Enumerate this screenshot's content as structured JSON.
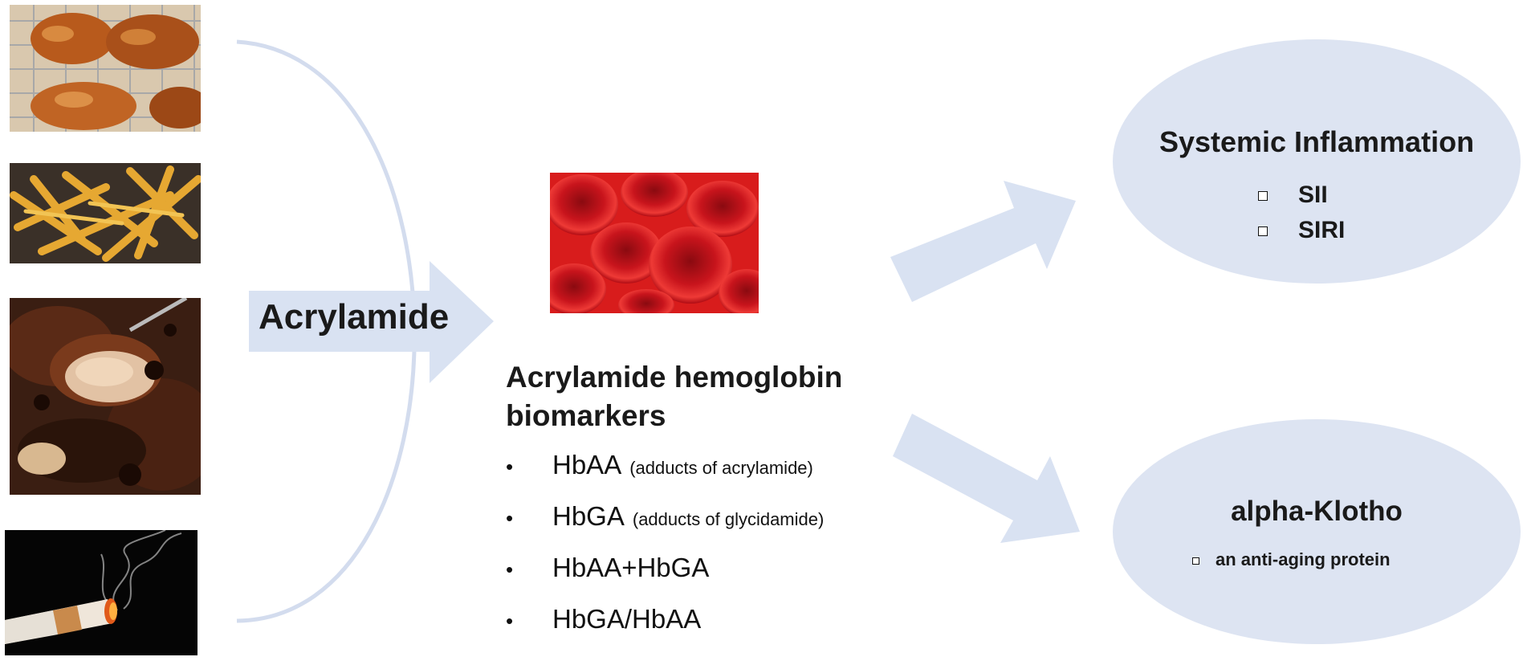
{
  "exposure": {
    "label": "Acrylamide",
    "sources": [
      {
        "name": "fried-chicken-photo"
      },
      {
        "name": "french-fries-photo"
      },
      {
        "name": "grilled-meat-photo"
      },
      {
        "name": "cigarette-smoke-photo"
      }
    ]
  },
  "biomarkers": {
    "title": "Acrylamide hemoglobin biomarkers",
    "items": [
      {
        "name": "HbAA",
        "note": "(adducts of acrylamide)"
      },
      {
        "name": "HbGA",
        "note": "(adducts of glycidamide)"
      },
      {
        "name": "HbAA+HbGA",
        "note": ""
      },
      {
        "name": "HbGA/HbAA",
        "note": ""
      }
    ],
    "bullet": "•"
  },
  "outcomes": {
    "inflammation": {
      "title": "Systemic Inflammation",
      "items": [
        "SII",
        "SIRI"
      ]
    },
    "klotho": {
      "title": "alpha-Klotho",
      "items": [
        "an anti-aging protein"
      ]
    }
  },
  "colors": {
    "arrow": "#d9e2f2",
    "ellipse": "#dde4f2",
    "curve": "#d3dcee",
    "blood": "#c8141c"
  }
}
